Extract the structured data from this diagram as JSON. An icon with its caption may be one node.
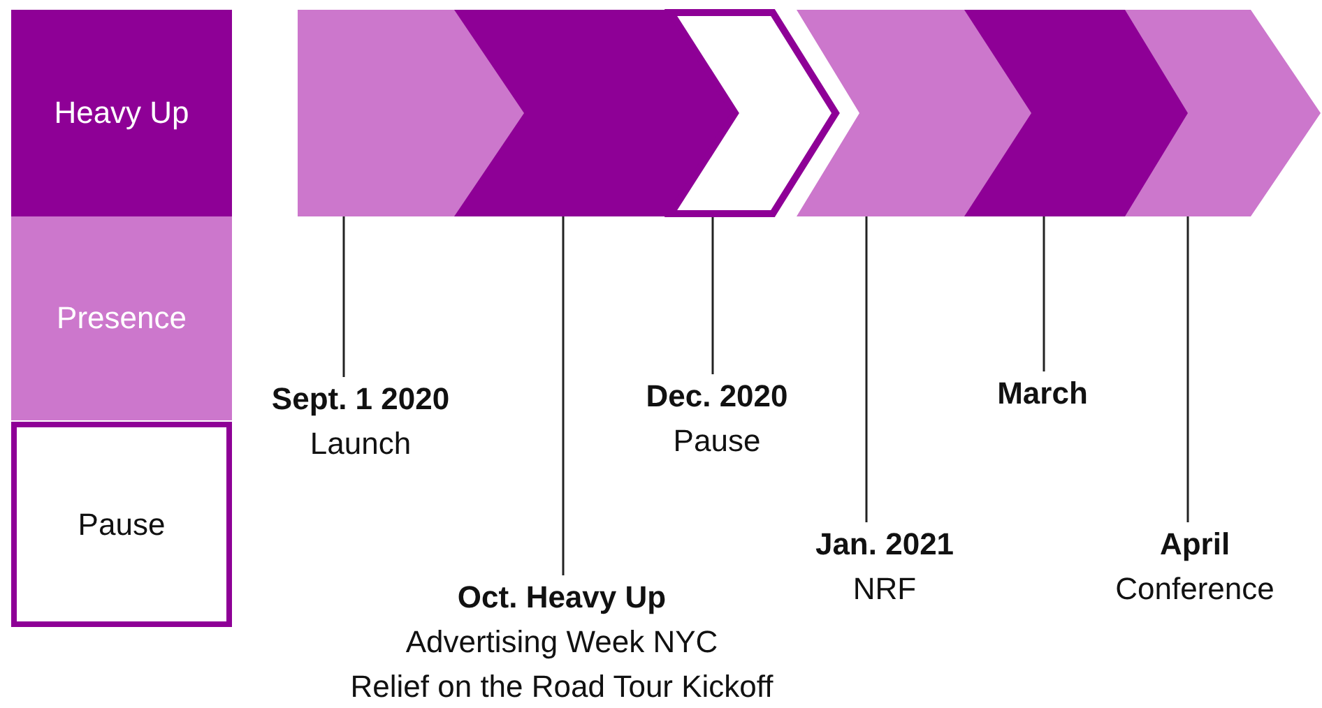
{
  "diagram": {
    "nodes": [
      {
        "text": [],
        "shape": "chevron"
      },
      {
        "text": [],
        "shape": "chevron"
      },
      {
        "text": [],
        "shape": "chevron"
      },
      {
        "text": [],
        "shape": "chevron"
      },
      {
        "text": [],
        "shape": "chevron"
      },
      {
        "text": [],
        "shape": "chevron"
      },
      {
        "text": [
          "Sept. 1 2020",
          "Launch"
        ]
      },
      {
        "text": [
          "Oct. Heavy Up",
          "Advertising Week NYC",
          "Relief on the Road Tour Kickoff"
        ]
      },
      {
        "text": [
          "Dec. 2020",
          "Pause"
        ]
      },
      {
        "text": [
          "Jan. 2021",
          "NRF"
        ]
      },
      {
        "text": [
          "March"
        ]
      },
      {
        "text": [
          "April",
          "Conference"
        ]
      }
    ],
    "edges": [
      {
        "from": 6,
        "to": 0,
        "arrow": "none"
      },
      {
        "from": 7,
        "to": 1,
        "arrow": "none"
      },
      {
        "from": 8,
        "to": 2,
        "arrow": "none"
      },
      {
        "from": 9,
        "to": 3,
        "arrow": "none"
      },
      {
        "from": 10,
        "to": 4,
        "arrow": "none"
      },
      {
        "from": 11,
        "to": 5,
        "arrow": "none"
      }
    ],
    "legend": [
      {
        "text": "Heavy Up",
        "color": "#8e0096"
      },
      {
        "text": "Presence",
        "color": "#cc77cc"
      },
      {
        "text": "Pause",
        "color": "#ffffff"
      }
    ]
  }
}
